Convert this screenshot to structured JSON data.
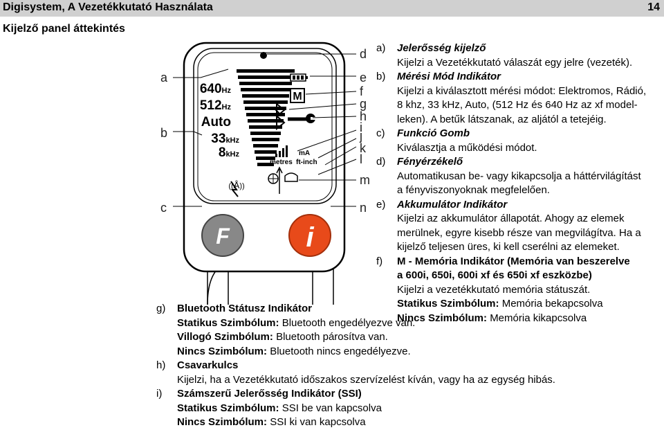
{
  "header": {
    "title": "Digisystem, A Vezetékkutató Használata",
    "page": "14"
  },
  "subtitle": "Kijelző panel áttekintés",
  "side_labels_left": [
    "a",
    "b",
    "c"
  ],
  "side_labels_right": [
    "d",
    "e",
    "f",
    "g",
    "h",
    "i",
    "j",
    "k",
    "l",
    "m",
    "n"
  ],
  "device": {
    "freq": [
      "640",
      "512",
      "Auto",
      "33",
      "8"
    ],
    "hz": "Hz",
    "khz": "kHz",
    "memory": "M",
    "units_ma": "mA",
    "units_metres": "metres",
    "units_ftinch": "ft-inch",
    "f_button": "F",
    "i_button": "i"
  },
  "items": {
    "a": {
      "key": "a)",
      "title": "Jelerősség kijelző",
      "text": "Kijelzi a Vezetékkutató válaszát egy jelre (vezeték)."
    },
    "b": {
      "key": "b)",
      "title": "Mérési Mód Indikátor",
      "l1": "Kijelzi a kiválasztott mérési módot: Elektromos, Rádió,",
      "l2": "8 khz, 33 kHz, Auto, (512 Hz és 640 Hz az xf model-",
      "l3": "leken). A betűk látszanak, az aljától a tetejéig."
    },
    "c": {
      "key": "c)",
      "title": "Funkció Gomb",
      "text": "Kiválasztja a működési módot."
    },
    "d": {
      "key": "d)",
      "title": "Fényérzékelő",
      "l1": "Automatikusan be- vagy kikapcsolja a háttérvilágítást",
      "l2": "a fényviszonyoknak megfelelően."
    },
    "e": {
      "key": "e)",
      "title": "Akkumulátor Indikátor",
      "l1": "Kijelzi az akkumulátor állapotát. Ahogy az elemek",
      "l2": "merülnek, egyre kisebb része van megvilágítva. Ha a",
      "l3": "kijelző teljesen üres, ki kell cserélni az elemeket."
    },
    "f": {
      "key": "f)",
      "title1": "M - Memória Indikátor (Memória van beszerelve",
      "title2": "a 600i, 650i, 600i xf és 650i xf eszközbe)",
      "text": "Kijelzi a vezetékkutató memória státuszát.",
      "s1_label": "Statikus Szimbólum:",
      "s1_text": "Memória bekapcsolva",
      "s2_label": "Nincs Szimbólum:",
      "s2_text": "Memória kikapcsolva"
    },
    "g": {
      "key": "g)",
      "title": "Bluetooth Státusz Indikátor",
      "s1_label": "Statikus Szimbólum:",
      "s1_text": "Bluetooth engedélyezve van.",
      "s2_label": "Villogó Szimbólum:",
      "s2_text": "Bluetooth párosítva van.",
      "s3_label": "Nincs Szimbólum:",
      "s3_text": "Bluetooth nincs engedélyezve."
    },
    "h": {
      "key": "h)",
      "title": "Csavarkulcs",
      "text": "Kijelzi, ha a Vezetékkutató időszakos szervízelést kíván, vagy ha az egység hibás."
    },
    "i": {
      "key": "i)",
      "title": "Számszerű Jelerősség Indikátor (SSI)",
      "s1_label": "Statikus Szimbólum:",
      "s1_text": "SSI be van kapcsolva",
      "s2_label": "Nincs Szimbólum:",
      "s2_text": "SSI ki van kapcsolva"
    }
  }
}
